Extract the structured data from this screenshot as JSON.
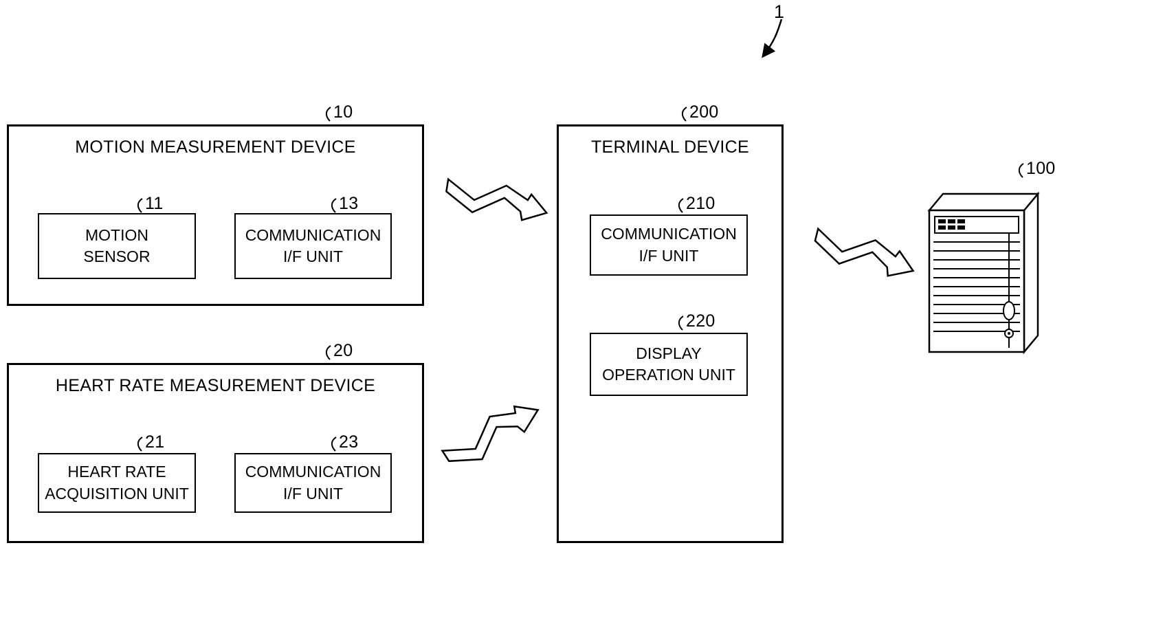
{
  "colors": {
    "line": "#000000",
    "background": "#ffffff"
  },
  "figure": {
    "ref": "1"
  },
  "devices": {
    "motion": {
      "ref": "10",
      "title": "MOTION MEASUREMENT DEVICE",
      "sensor": {
        "ref": "11",
        "line1": "MOTION",
        "line2": "SENSOR"
      },
      "comm": {
        "ref": "13",
        "line1": "COMMUNICATION",
        "line2": "I/F UNIT"
      }
    },
    "heart": {
      "ref": "20",
      "title": "HEART RATE MEASUREMENT DEVICE",
      "acquisition": {
        "ref": "21",
        "line1": "HEART RATE",
        "line2": "ACQUISITION UNIT"
      },
      "comm": {
        "ref": "23",
        "line1": "COMMUNICATION",
        "line2": "I/F UNIT"
      }
    },
    "terminal": {
      "ref": "200",
      "title": "TERMINAL DEVICE",
      "comm": {
        "ref": "210",
        "line1": "COMMUNICATION",
        "line2": "I/F UNIT"
      },
      "display": {
        "ref": "220",
        "line1": "DISPLAY",
        "line2": "OPERATION UNIT"
      }
    },
    "server": {
      "ref": "100"
    }
  }
}
